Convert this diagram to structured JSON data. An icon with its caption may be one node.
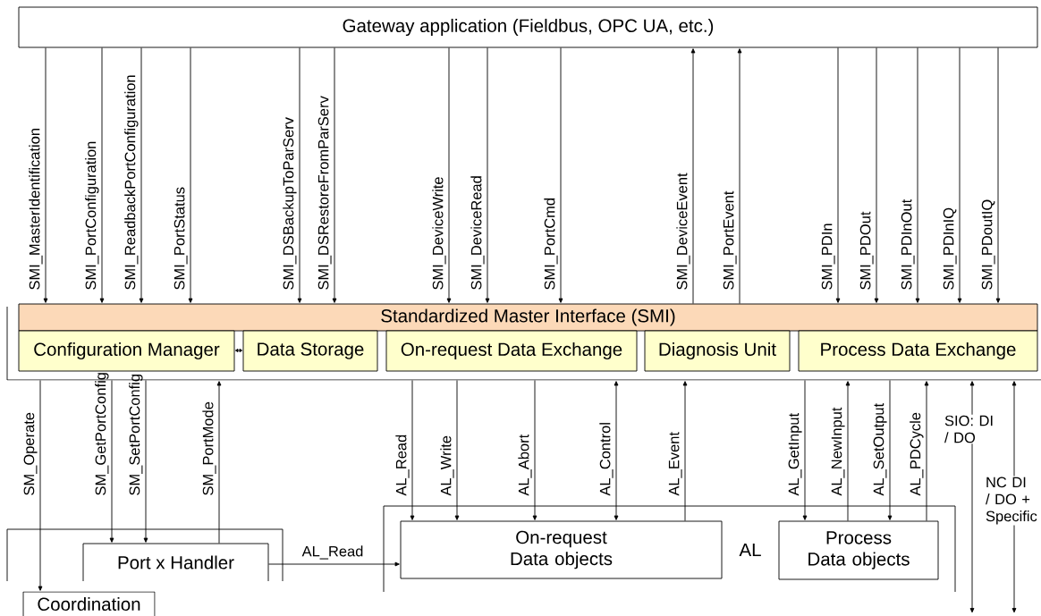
{
  "diagram": {
    "nodes": [
      {
        "text": [
          "Gateway application (Fieldbus, OPC UA, etc.)"
        ]
      },
      {
        "text": [],
        "shape": "box"
      },
      {
        "text": [
          "Standardized Master Interface (SMI)"
        ],
        "in": 1
      },
      {
        "text": [
          "Configuration Manager"
        ],
        "in": 1
      },
      {
        "text": [
          "Data Storage"
        ],
        "in": 1
      },
      {
        "text": [
          "On-request Data Exchange"
        ],
        "in": 1
      },
      {
        "text": [
          "Diagnosis Unit"
        ],
        "in": 1
      },
      {
        "text": [
          "Process Data Exchange"
        ],
        "in": 1
      },
      {
        "text": [],
        "shape": "box"
      },
      {
        "text": [
          "Port x Handler"
        ],
        "in": 8
      },
      {
        "text": [
          "AL"
        ]
      },
      {
        "text": [
          "On-request Data objects"
        ],
        "in": 10
      },
      {
        "text": [
          "Process Data objects"
        ],
        "in": 10
      },
      {
        "text": [
          "Coordination"
        ]
      }
    ],
    "edges": [
      {
        "from": 0,
        "to": 2,
        "arrow": "to",
        "label": "SMI_MasterIdentification"
      },
      {
        "from": 0,
        "to": 2,
        "arrow": "to",
        "label": "SMI_PortConfiguration"
      },
      {
        "from": 0,
        "to": 2,
        "arrow": "to",
        "label": "SMI_ReadbackPortConfiguration"
      },
      {
        "from": 0,
        "to": 2,
        "arrow": "to",
        "label": "SMI_PortStatus"
      },
      {
        "from": 0,
        "to": 2,
        "arrow": "to",
        "label": "SMI_DSBackupToParServ"
      },
      {
        "from": 0,
        "to": 2,
        "arrow": "to",
        "label": "SMI_DSRestoreFromParServ"
      },
      {
        "from": 0,
        "to": 2,
        "arrow": "to",
        "label": "SMI_DeviceWrite"
      },
      {
        "from": 0,
        "to": 2,
        "arrow": "to",
        "label": "SMI_DeviceRead"
      },
      {
        "from": 0,
        "to": 2,
        "arrow": "to",
        "label": "SMI_PortCmd"
      },
      {
        "from": 2,
        "to": 0,
        "arrow": "to",
        "label": "SMI_DeviceEvent"
      },
      {
        "from": 2,
        "to": 0,
        "arrow": "to",
        "label": "SMI_PortEvent"
      },
      {
        "from": 0,
        "to": 2,
        "arrow": "to",
        "label": "SMI_PDIn"
      },
      {
        "from": 0,
        "to": 2,
        "arrow": "to",
        "label": "SMI_PDOut"
      },
      {
        "from": 0,
        "to": 2,
        "arrow": "to",
        "label": "SMI_PDInOut"
      },
      {
        "from": 0,
        "to": 2,
        "arrow": "to",
        "label": "SMI_PDInIQ"
      },
      {
        "from": 0,
        "to": 2,
        "arrow": "to",
        "label": "SMI_PDoutIQ"
      },
      {
        "from": 3,
        "to": 4,
        "arrow": "both"
      },
      {
        "from": 1,
        "to": 13,
        "arrow": "to",
        "label": "SM_Operate"
      },
      {
        "from": 1,
        "to": 9,
        "arrow": "to",
        "label": "SM_GetPortConfig"
      },
      {
        "from": 1,
        "to": 9,
        "arrow": "to",
        "label": "SM_SetPortConfig"
      },
      {
        "from": 9,
        "to": 1,
        "arrow": "to",
        "label": "SM_PortMode"
      },
      {
        "from": 1,
        "to": 11,
        "arrow": "to",
        "label": "AL_Read"
      },
      {
        "from": 1,
        "to": 11,
        "arrow": "to",
        "label": "AL_Write"
      },
      {
        "from": 1,
        "to": 11,
        "arrow": "to",
        "label": "AL_Abort"
      },
      {
        "from": 1,
        "to": 11,
        "arrow": "both",
        "label": "AL_Control"
      },
      {
        "from": 11,
        "to": 1,
        "arrow": "to",
        "label": "AL_Event"
      },
      {
        "from": 1,
        "to": 12,
        "arrow": "to",
        "label": "AL_GetInput"
      },
      {
        "from": 12,
        "to": 1,
        "arrow": "to",
        "label": "AL_NewInput"
      },
      {
        "from": 1,
        "to": 12,
        "arrow": "to",
        "label": "AL_SetOutput"
      },
      {
        "from": 12,
        "to": 1,
        "arrow": "to",
        "label": "AL_PDCycle"
      },
      {
        "from": 1,
        "to": null,
        "arrow": "both",
        "label": "SIO: DI / DO"
      },
      {
        "from": 1,
        "to": null,
        "arrow": "both",
        "label": "NC DI / DO + Specific"
      },
      {
        "from": 9,
        "to": 11,
        "arrow": "to",
        "label": "AL_Read"
      }
    ]
  }
}
